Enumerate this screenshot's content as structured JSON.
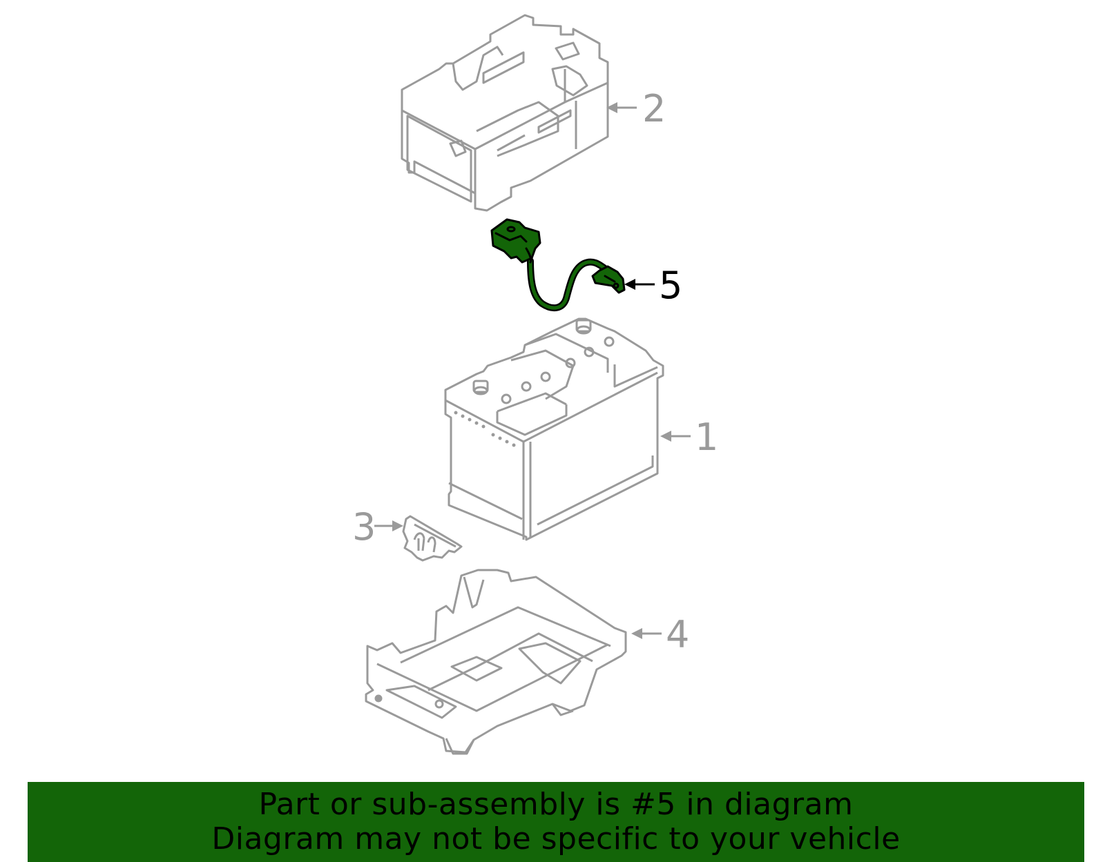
{
  "diagram": {
    "colors": {
      "line_gray": "#9a9a9a",
      "highlight_fill": "#136508",
      "highlight_stroke": "#000000",
      "banner_bg": "#136508",
      "banner_text": "#000000"
    },
    "callouts": [
      {
        "number": "2",
        "part": "battery-cover",
        "highlighted": false
      },
      {
        "number": "5",
        "part": "battery-cable-sensor",
        "highlighted": true
      },
      {
        "number": "1",
        "part": "battery",
        "highlighted": false
      },
      {
        "number": "3",
        "part": "hold-down-clamp",
        "highlighted": false
      },
      {
        "number": "4",
        "part": "battery-tray",
        "highlighted": false
      }
    ]
  },
  "banner": {
    "line1": "Part or sub-assembly is #5 in diagram",
    "line2": "Diagram may not be specific to your vehicle"
  }
}
